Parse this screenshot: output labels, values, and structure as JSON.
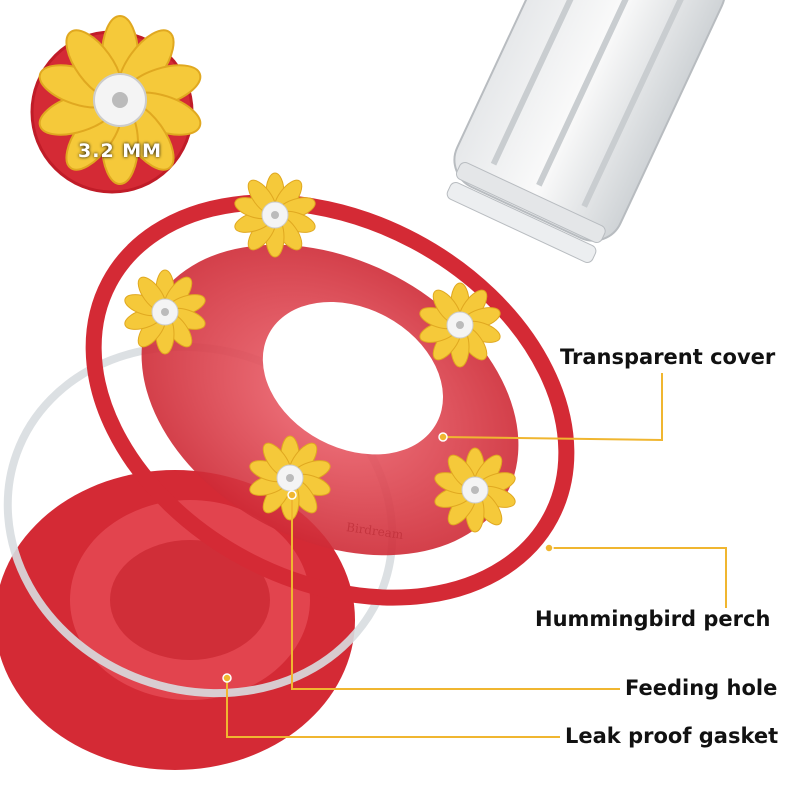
{
  "product": {
    "brand_emboss": "Birdream",
    "hole_size": "3.2 MM"
  },
  "callouts": [
    {
      "label": "Transparent cover"
    },
    {
      "label": "Hummingbird perch"
    },
    {
      "label": "Feeding hole"
    },
    {
      "label": "Leak proof gasket"
    }
  ],
  "colors": {
    "feeder_red": "#d8323c",
    "flower_yellow": "#f5c93a",
    "callout_line": "#f0b630",
    "text": "#111111"
  }
}
